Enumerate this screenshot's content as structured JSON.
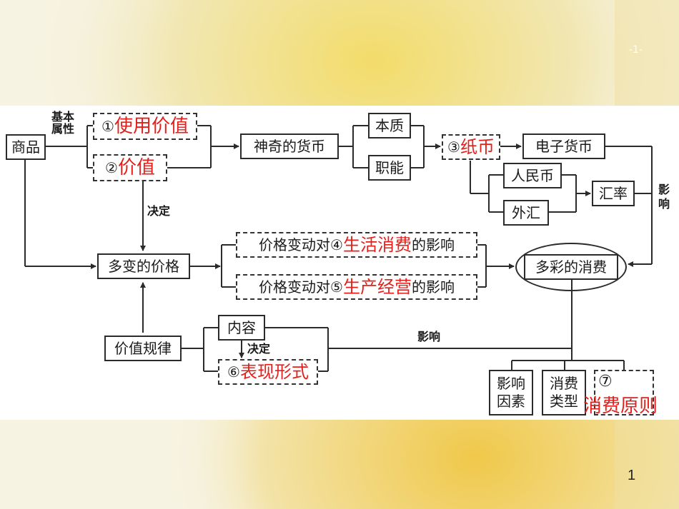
{
  "slide": {
    "header_tag": "-1-",
    "page_number": "1"
  },
  "diagram": {
    "commodity": "商品",
    "basic_attribute_label": "基本\n属性",
    "blank1": {
      "num": "①",
      "answer": "使用价值"
    },
    "blank2": {
      "num": "②",
      "answer": "价值"
    },
    "determines_label": "决定",
    "variable_price": "多变的价格",
    "money": "神奇的货币",
    "essence": "本质",
    "function": "职能",
    "blank3": {
      "num": "③",
      "answer": "纸币"
    },
    "e_money": "电子货币",
    "rmb": "人民币",
    "forex": "外汇",
    "exchange_rate": "汇率",
    "influence_vertical": "影\n响",
    "price_life": {
      "prefix": "价格变动对",
      "num": "④",
      "answer": "生活消费",
      "suffix": "的影响"
    },
    "price_production": {
      "prefix": "价格变动对",
      "num": "⑤",
      "answer": "生产经营",
      "suffix": "的影响"
    },
    "colorful_consumption": "多彩的消费",
    "value_law": "价值规律",
    "content": "内容",
    "determines_label2": "决定",
    "blank6": {
      "num": "⑥",
      "answer": "表现形式"
    },
    "influence_label": "影响",
    "factors": "影响\n因素",
    "types": "消费\n类型",
    "blank7": {
      "num": "⑦",
      "answer": "消费原则"
    }
  },
  "colors": {
    "answer_red": "#e3201b",
    "line": "#2b2b2b"
  }
}
